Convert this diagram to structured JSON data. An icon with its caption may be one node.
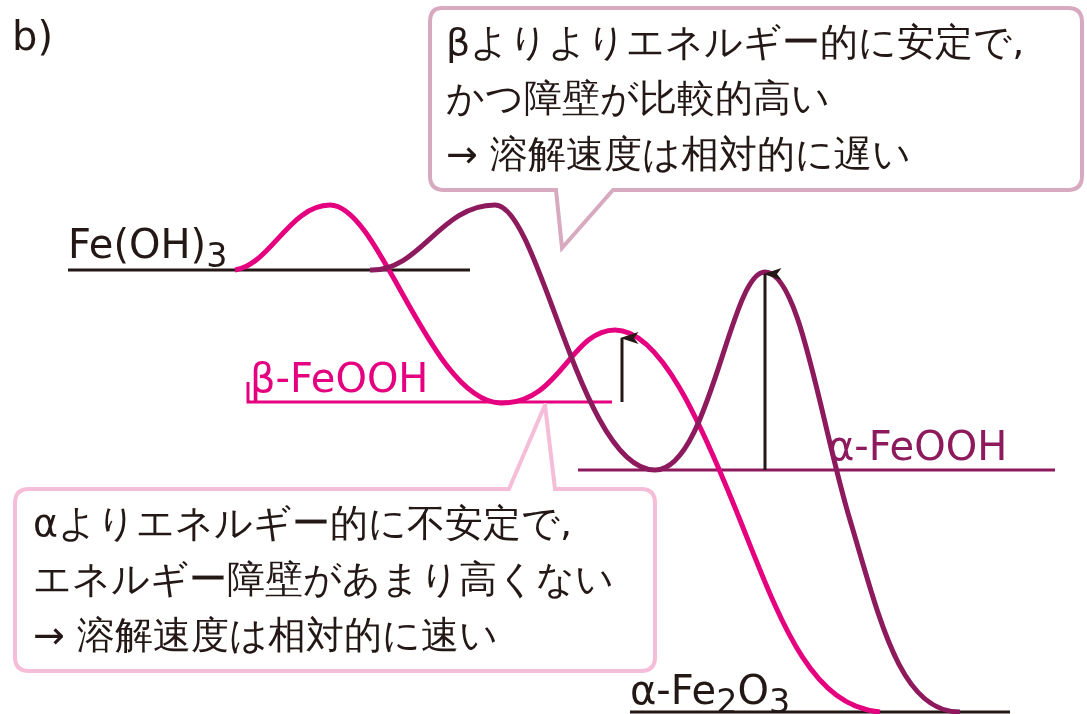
{
  "diagram": {
    "nodes": [
      {
        "text": [
          "βよりよりエネルギー的に安定で,",
          "かつ障壁が比較的高い",
          "→ 溶解速度は相対的に遅い"
        ]
      },
      {
        "text": [
          "αよりエネルギー的に不安定で,",
          "エネルギー障壁があまり高くない",
          "→ 溶解速度は相対的に速い"
        ]
      }
    ],
    "labels": [
      "b)",
      "Fe(OH)$_{3}$",
      "β-FeOOH",
      "α-FeOOH",
      "α-Fe$_{2}$O$_{3}$"
    ]
  }
}
